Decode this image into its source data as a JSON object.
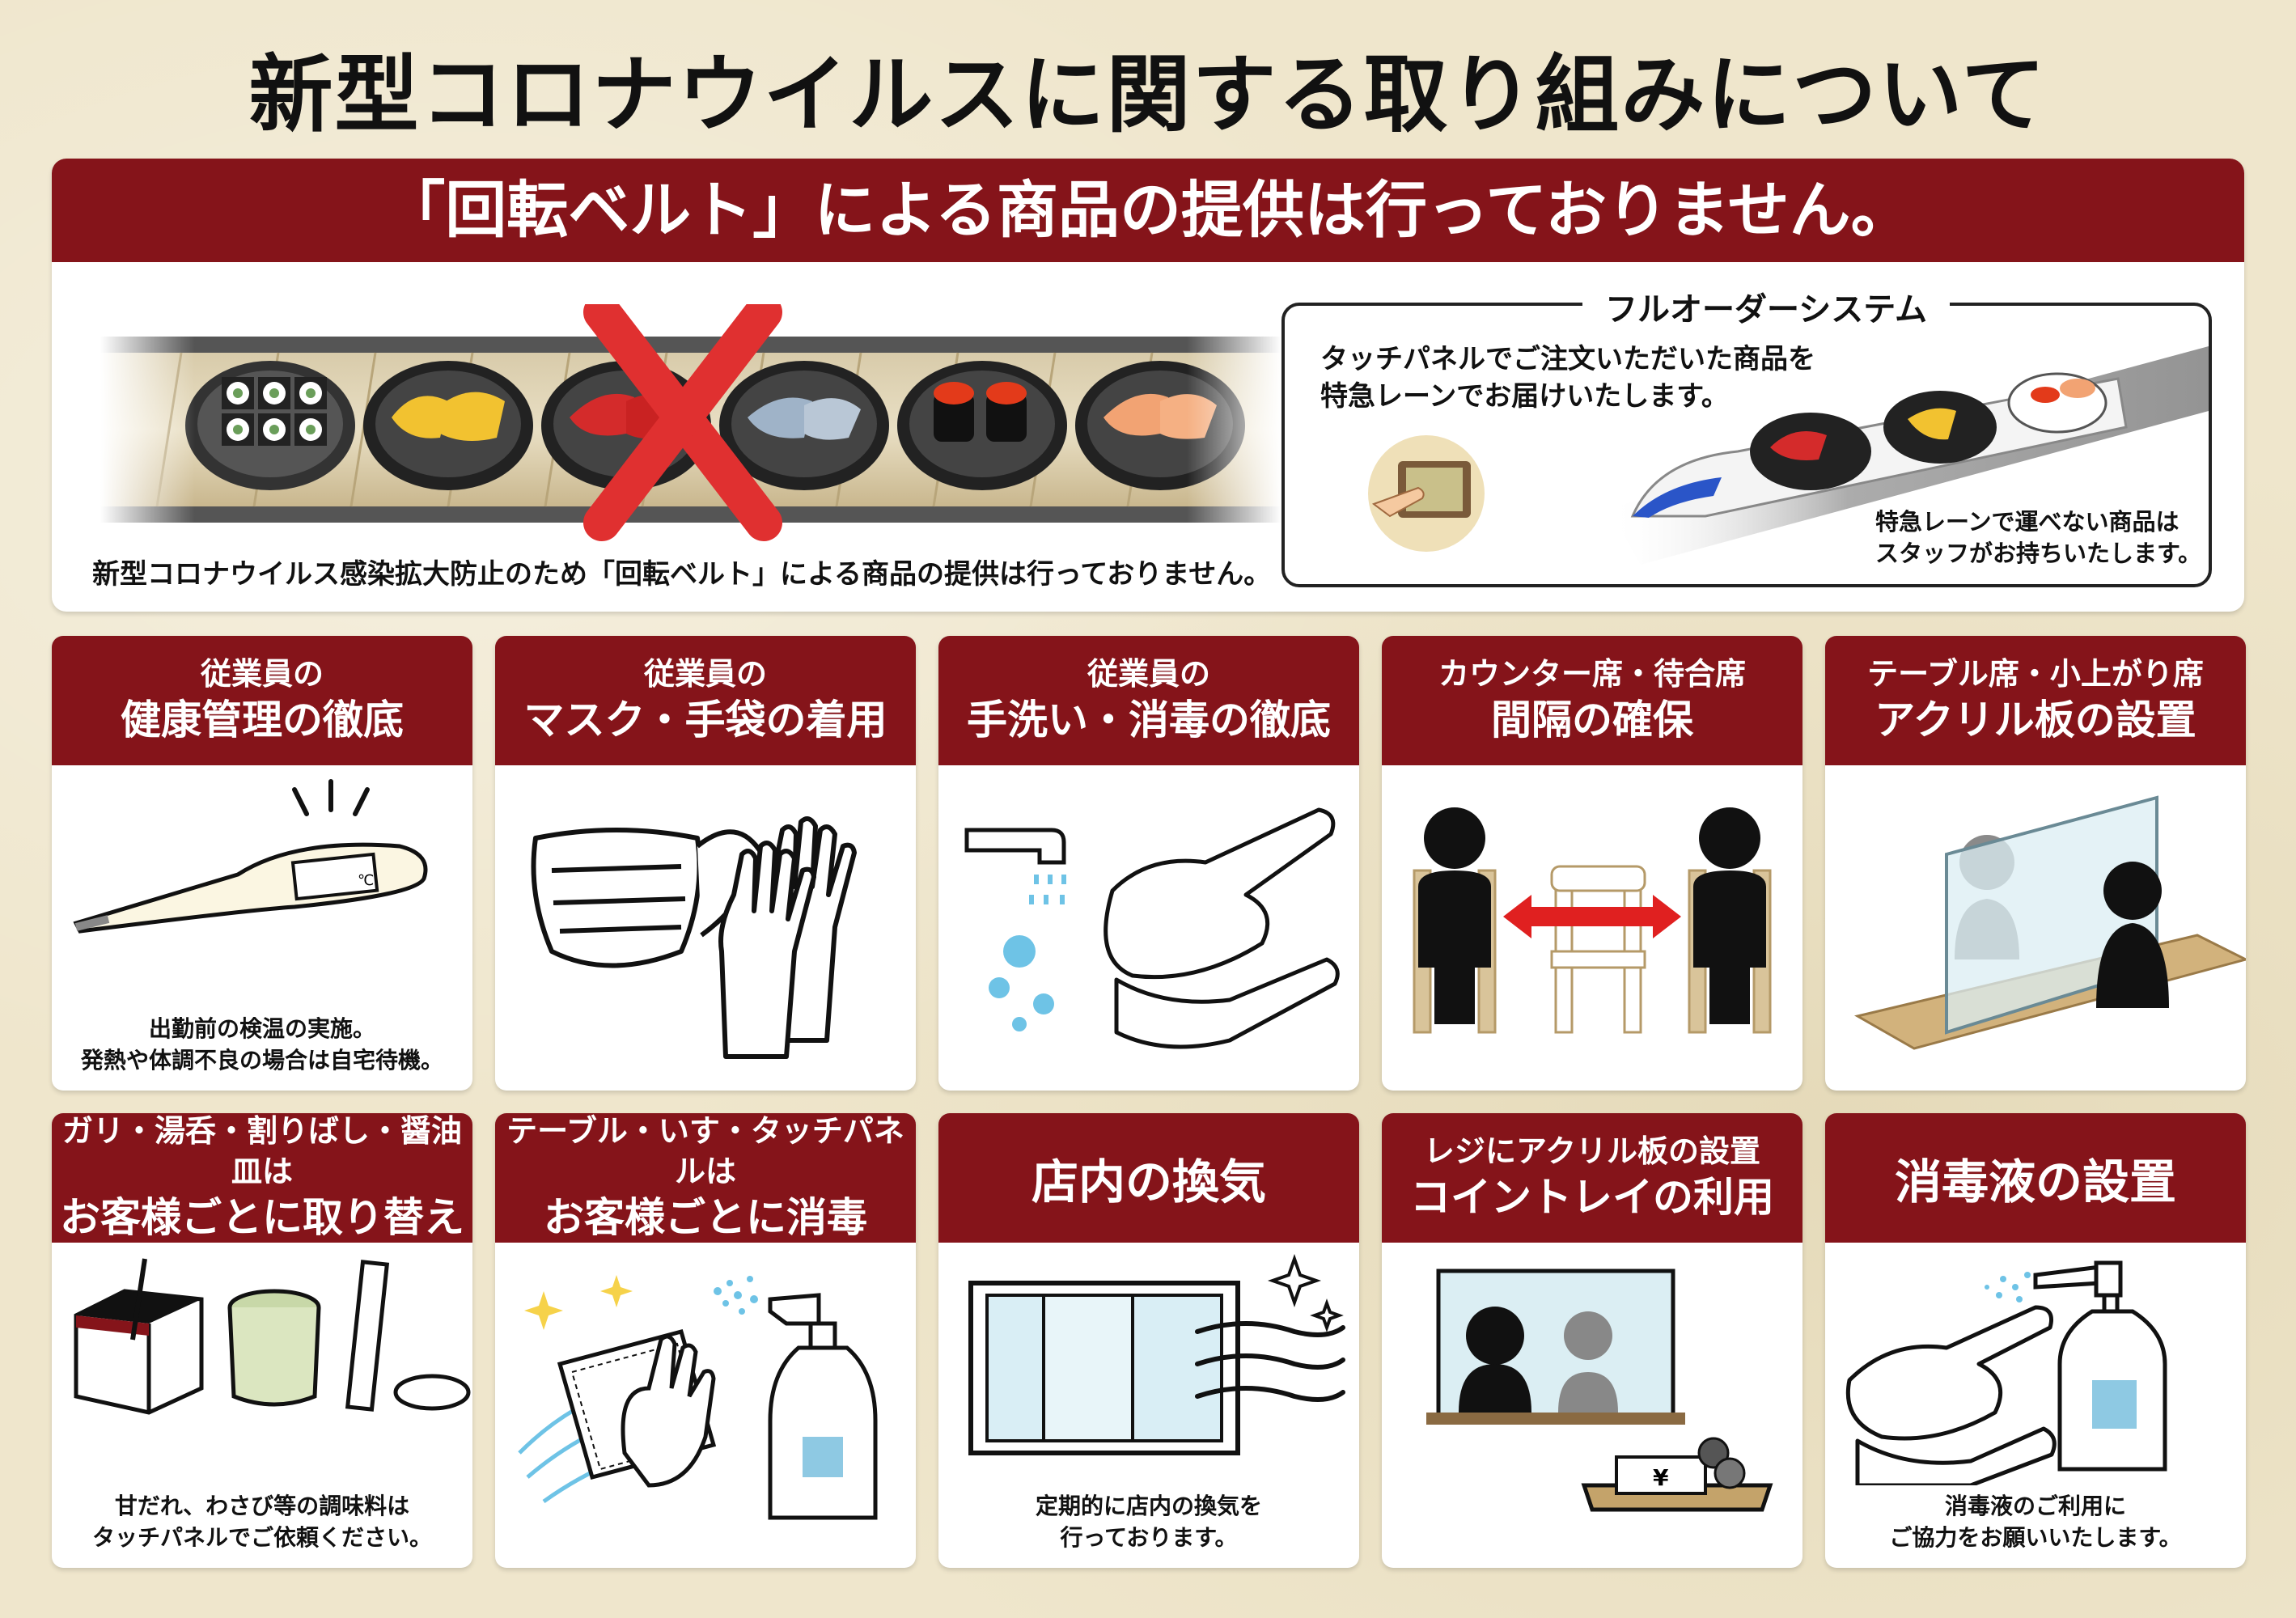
{
  "title": "新型コロナウイルスに関する取り組みについて",
  "belt_section": {
    "header": "「回転ベルト」による商品の提供は行っておりません。",
    "caption": "新型コロナウイルス感染拡大防止のため「回転ベルト」による商品の提供は行っておりません。"
  },
  "full_order": {
    "title": "フルオーダーシステム",
    "desc_line1": "タッチパネルでご注文いただいた商品を",
    "desc_line2": "特急レーンでお届けいたします。",
    "note_line1": "特急レーンで運べない商品は",
    "note_line2": "スタッフがお持ちいたします。"
  },
  "cards": [
    {
      "line1": "従業員の",
      "line2": "健康管理の徹底",
      "cap1": "出勤前の検温の実施。",
      "cap2": "発熱や体調不良の場合は自宅待機。",
      "icon": "thermometer-icon"
    },
    {
      "line1": "従業員の",
      "line2": "マスク・手袋の着用",
      "icon": "mask-gloves-icon"
    },
    {
      "line1": "従業員の",
      "line2": "手洗い・消毒の徹底",
      "icon": "handwash-icon"
    },
    {
      "line1": "カウンター席・待合席",
      "line2": "間隔の確保",
      "icon": "seat-distance-icon"
    },
    {
      "line1": "テーブル席・小上がり席",
      "line2": "アクリル板の設置",
      "icon": "acrylic-partition-icon"
    },
    {
      "line1": "ガリ・湯呑・割りばし・醤油皿は",
      "line2": "お客様ごとに取り替え",
      "cap1": "甘だれ、わさび等の調味料は",
      "cap2": "タッチパネルでご依頼ください。",
      "icon": "tableware-icon"
    },
    {
      "line1": "テーブル・いす・タッチパネルは",
      "line2": "お客様ごとに消毒",
      "icon": "disinfect-spray-icon"
    },
    {
      "single": "店内の換気",
      "cap1": "定期的に店内の換気を",
      "cap2": "行っております。",
      "icon": "ventilation-icon"
    },
    {
      "line1": "レジにアクリル板の設置",
      "line2": "コイントレイの利用",
      "icon": "register-partition-icon"
    },
    {
      "single": "消毒液の設置",
      "cap1": "消毒液のご利用に",
      "cap2": "ご協力をお願いいたします。",
      "icon": "sanitizer-icon"
    }
  ],
  "coin_symbol": "¥",
  "thermometer_unit": "℃",
  "colors": {
    "header": "#85141a",
    "arrow": "#e02020",
    "cross": "#e03030",
    "water": "#6ec3e6"
  }
}
